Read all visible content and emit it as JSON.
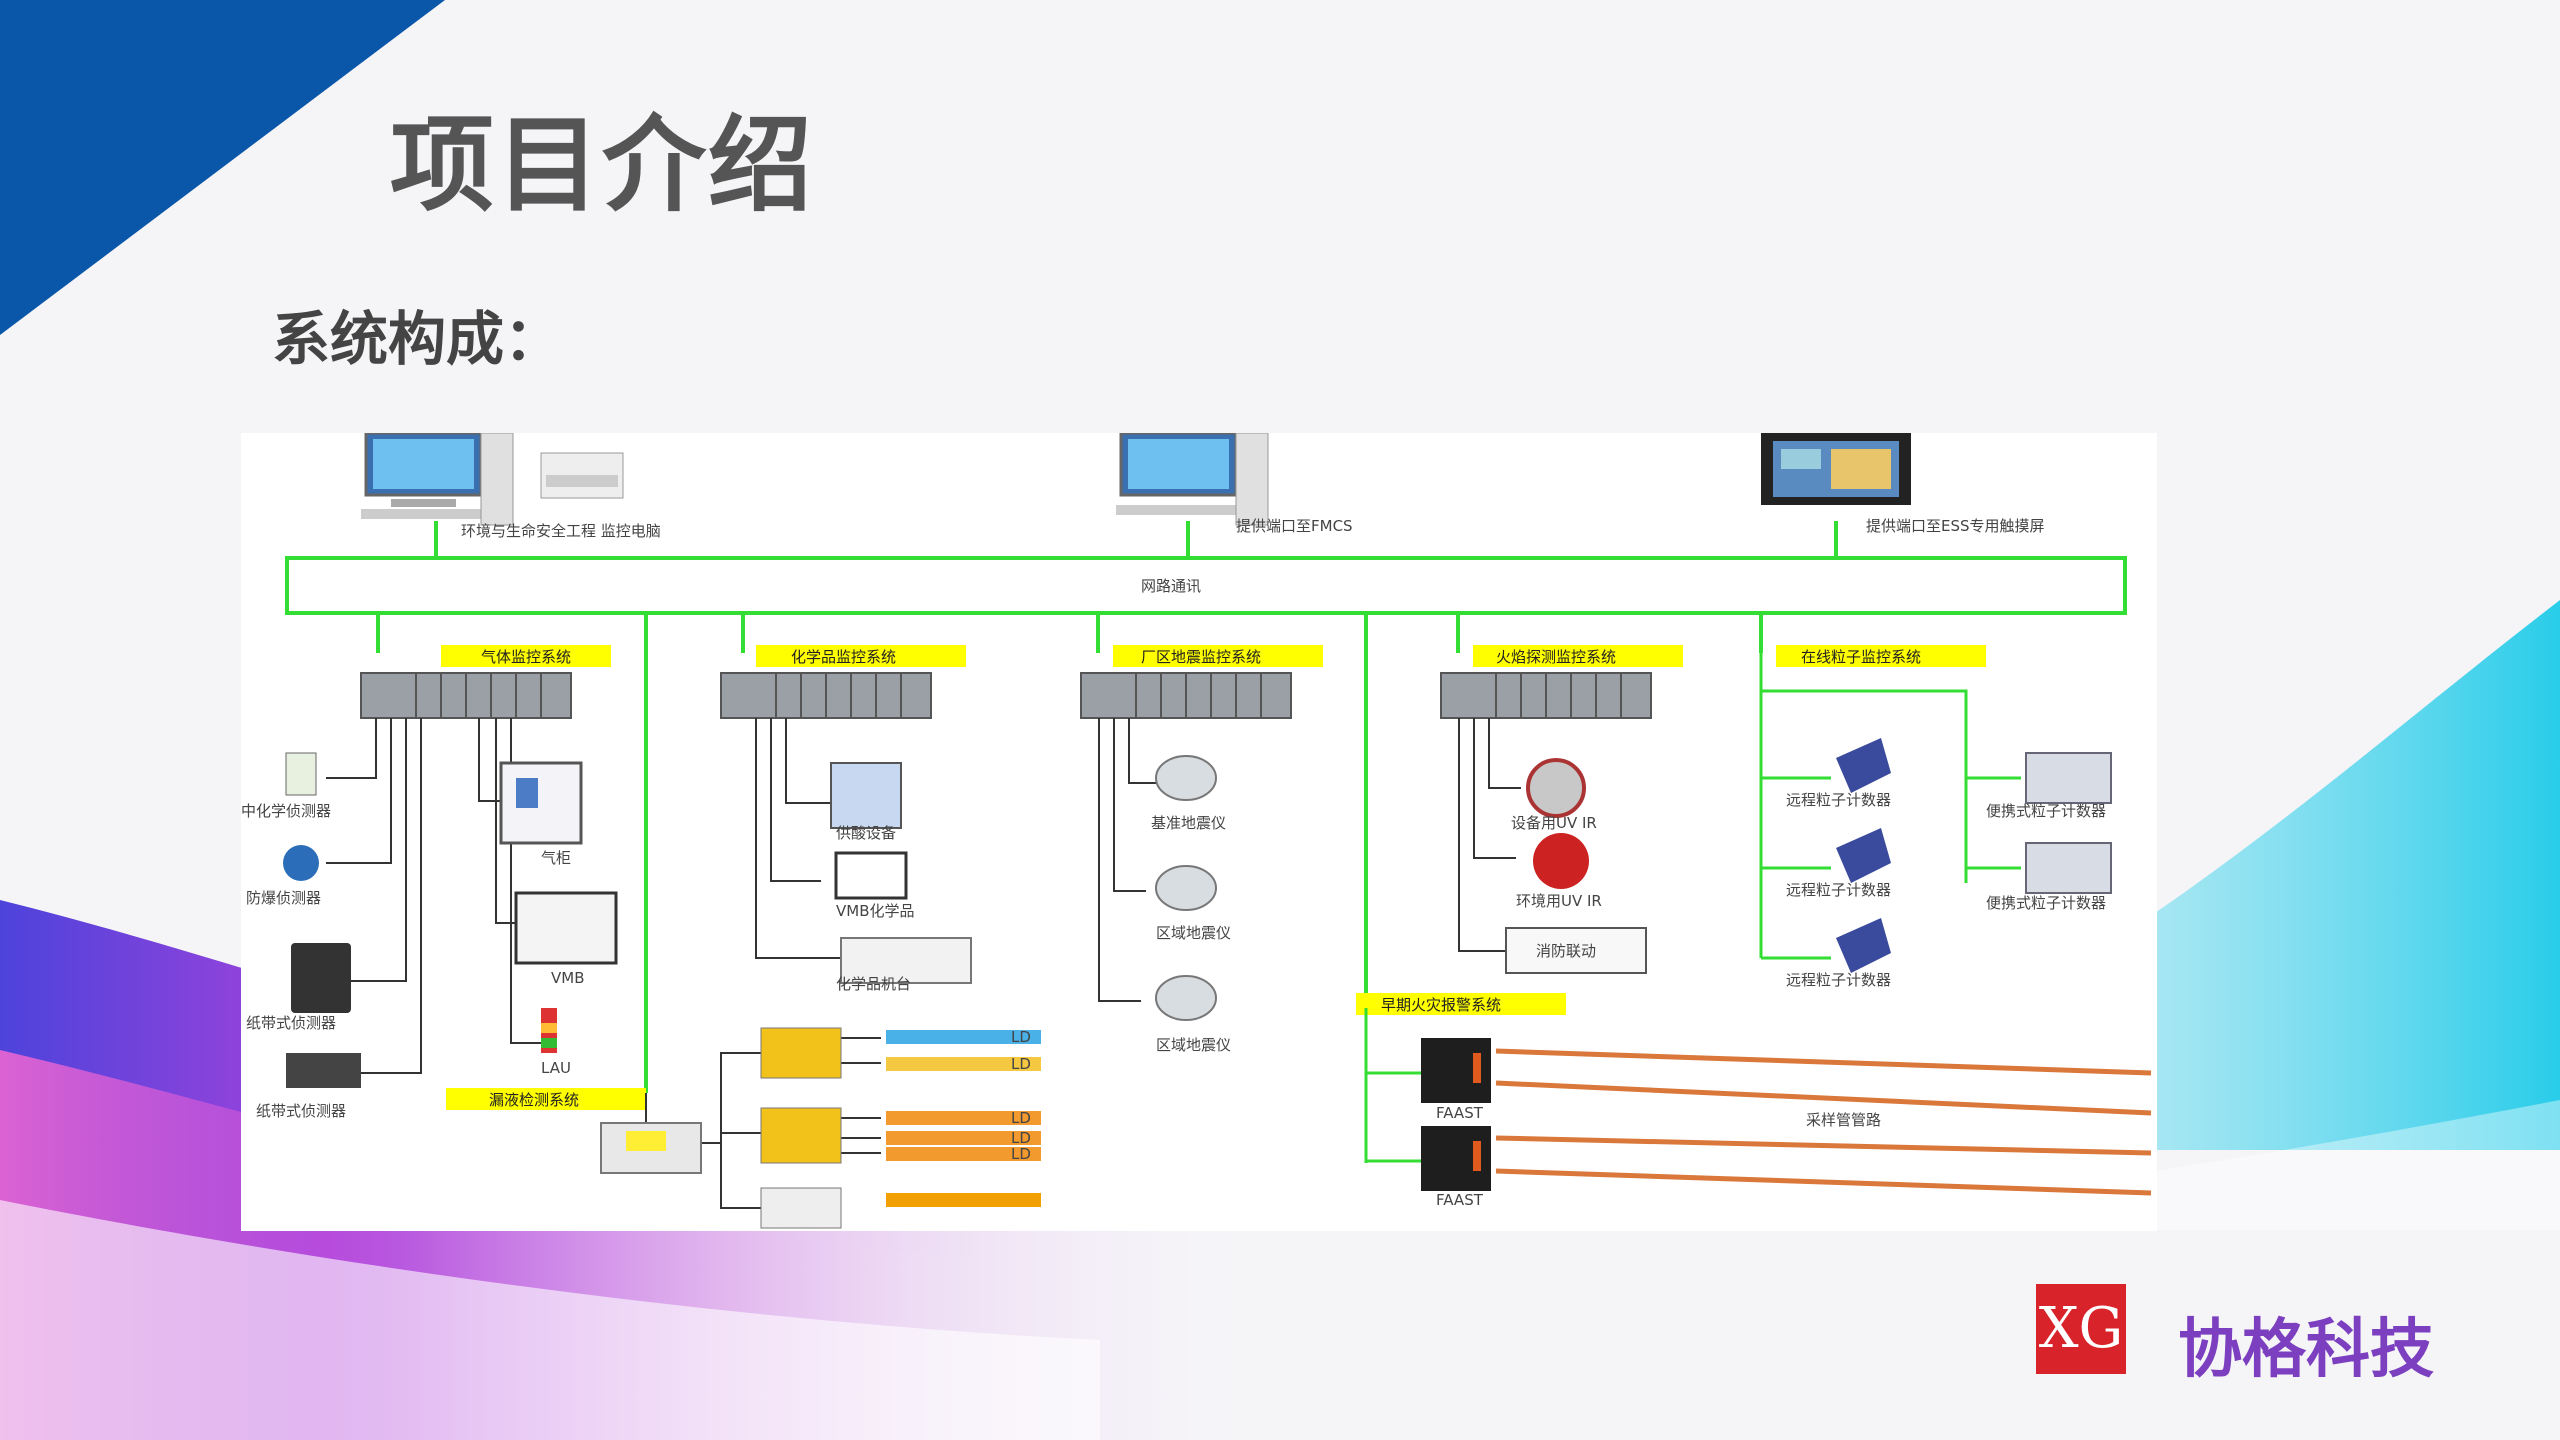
{
  "title": "项目介绍",
  "subtitle": "系统构成：",
  "company": {
    "name": "协格科技",
    "logo_text": "XG"
  },
  "colors": {
    "blue_corner": "#0a56a8",
    "company_purple": "#7b3fbf",
    "logo_red": "#d9232a",
    "network_green": "#33dd33",
    "label_yellow": "#ffff00",
    "pipe_orange": "#d9783a"
  },
  "diagram": {
    "top_devices": [
      {
        "label": "环境与生命安全工程  监控电脑",
        "icon": "desktop-pc-printer"
      },
      {
        "label": "提供端口至FMCS",
        "icon": "desktop-pc"
      },
      {
        "label": "提供端口至ESS专用触摸屏",
        "icon": "touch-screen"
      }
    ],
    "network_label": "网路通讯",
    "systems": [
      {
        "name": "气体监控系统",
        "devices": [
          "中化学侦测器",
          "防爆侦测器",
          "纸带式侦测器",
          "纸带式侦测器",
          "气柜",
          "VMB",
          "LAU"
        ]
      },
      {
        "name": "化学品监控系统",
        "devices": [
          "供酸设备",
          "VMB化学品",
          "化学品机台"
        ]
      },
      {
        "name": "厂区地震监控系统",
        "devices": [
          "基准地震仪",
          "区域地震仪",
          "区域地震仪"
        ]
      },
      {
        "name": "火焰探测监控系统",
        "devices": [
          "设备用UV IR",
          "环境用UV IR",
          "消防联动"
        ]
      },
      {
        "name": "在线粒子监控系统",
        "devices": [
          "远程粒子计数器",
          "远程粒子计数器",
          "远程粒子计数器",
          "便携式粒子计数器",
          "便携式粒子计数器"
        ]
      },
      {
        "name": "漏液检测系统",
        "devices": [
          "LD",
          "LD",
          "LD",
          "LD",
          "LD"
        ]
      },
      {
        "name": "早期火灾报警系统",
        "devices": [
          "FAAST",
          "FAAST",
          "采样管管路"
        ]
      }
    ]
  }
}
